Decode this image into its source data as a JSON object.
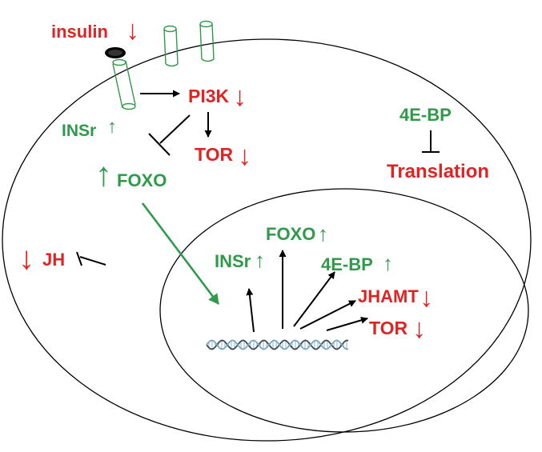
{
  "colors": {
    "up": "#2e9a4a",
    "down": "#e02424",
    "line": "#000000",
    "membrane": "#000000",
    "receptor": "#2e9a4a"
  },
  "cytoplasm": {
    "insulin": {
      "text": "insulin",
      "arrow": "↓"
    },
    "pi3k": {
      "text": "PI3K",
      "arrow": "↓"
    },
    "tor": {
      "text": "TOR",
      "arrow": "↓"
    },
    "insr": {
      "text": "INSr",
      "arrow": "↑"
    },
    "foxo": {
      "text": "FOXO",
      "arrow": "↑"
    },
    "bp4e": {
      "text": "4E-BP"
    },
    "translation": {
      "text": "Translation"
    },
    "jh": {
      "text": "JH",
      "arrow": "↓"
    }
  },
  "nucleus": {
    "foxo": {
      "text": "FOXO",
      "arrow": "↑"
    },
    "insr": {
      "text": "INSr",
      "arrow": "↑"
    },
    "bp4e": {
      "text": "4E-BP",
      "arrow": "↑"
    },
    "jhamt": {
      "text": "JHAMT",
      "arrow": "↓"
    },
    "tor": {
      "text": "TOR",
      "arrow": "↓"
    }
  }
}
